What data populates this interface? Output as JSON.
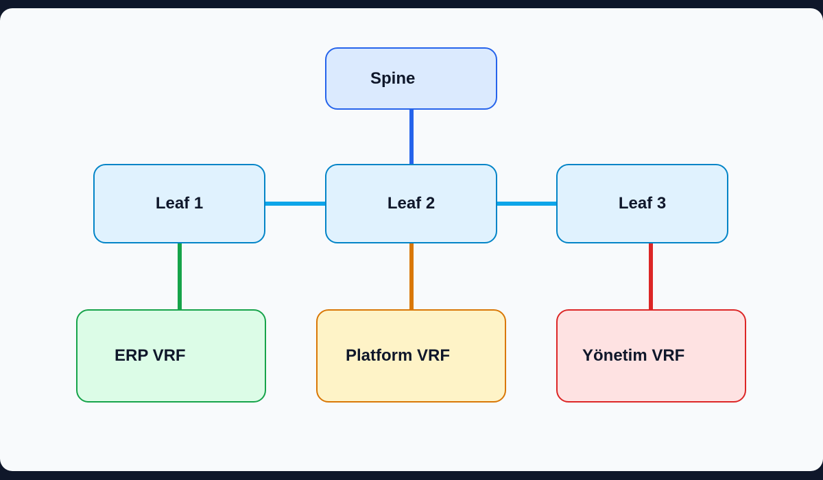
{
  "nodes": {
    "spine": "Spine",
    "leaf1": "Leaf 1",
    "leaf2": "Leaf 2",
    "leaf3": "Leaf 3",
    "erp_vrf": "ERP VRF",
    "platform_vrf": "Platform VRF",
    "yonetim_vrf": "Yönetim VRF"
  },
  "colors": {
    "background": "#f8fafc",
    "spine_link": "#2563eb",
    "leaf_link": "#0ea5e9",
    "erp_link": "#16a34a",
    "platform_link": "#d97706",
    "yonetim_link": "#dc2626"
  }
}
